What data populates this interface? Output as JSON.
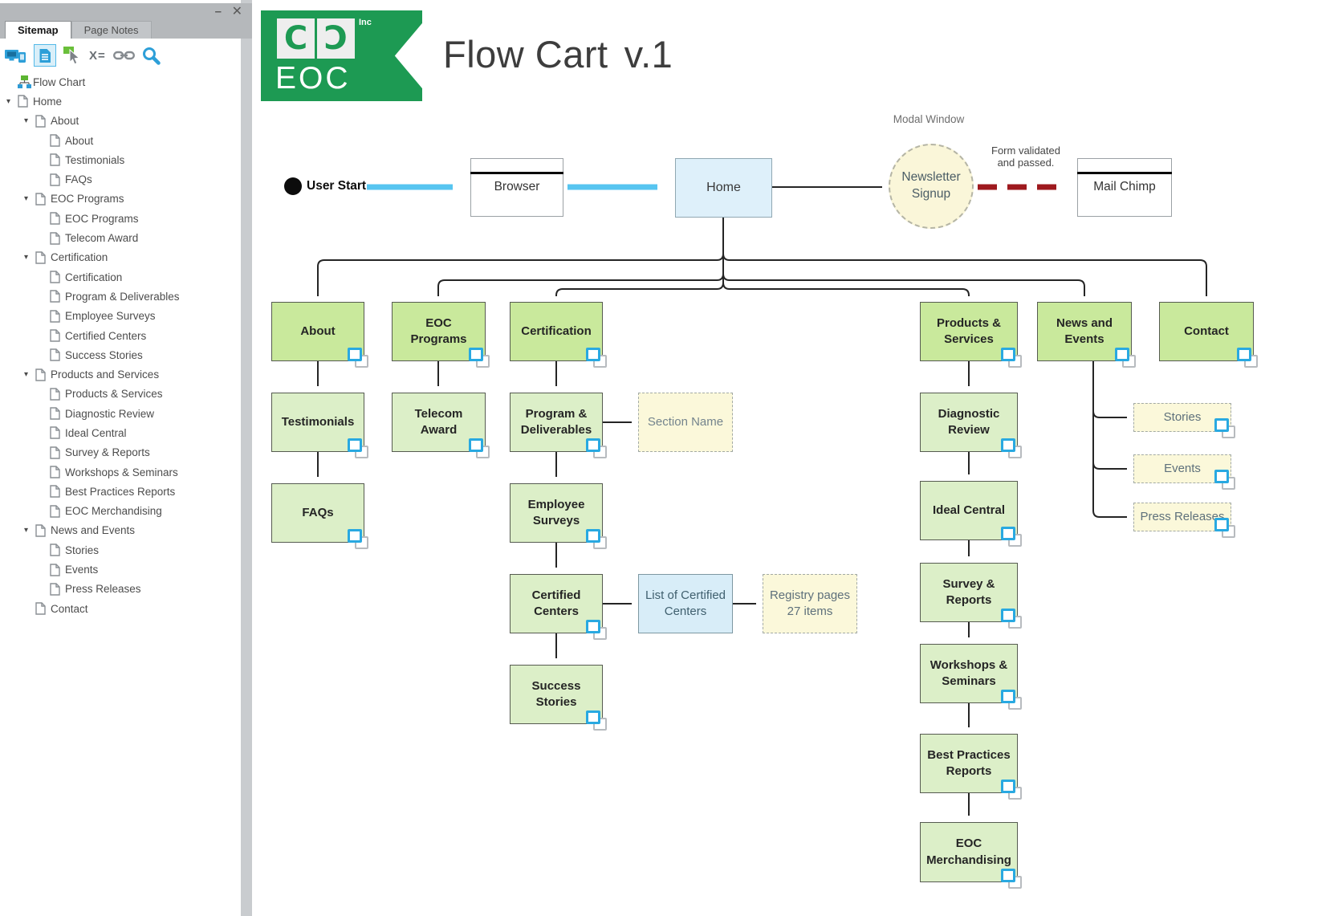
{
  "window": {
    "minimize_glyph": "–",
    "close_glyph": "✕"
  },
  "panel": {
    "tabs": [
      {
        "label": "Sitemap",
        "active": true
      },
      {
        "label": "Page Notes",
        "active": false
      }
    ],
    "toolbar": {
      "icons": [
        "devices-icon",
        "page-notes-icon",
        "select-cursor-icon",
        "variables-icon",
        "link-icon",
        "search-icon"
      ],
      "selected_icon": "page-notes-icon",
      "x_equals_label": "X="
    },
    "tree": {
      "items": [
        {
          "label": "Flow Chart",
          "level": 0,
          "expandable": false,
          "type": "root"
        },
        {
          "label": "Home",
          "level": 1,
          "expandable": true
        },
        {
          "label": "About",
          "level": 2,
          "expandable": true
        },
        {
          "label": "About",
          "level": 3,
          "expandable": false
        },
        {
          "label": "Testimonials",
          "level": 3,
          "expandable": false
        },
        {
          "label": "FAQs",
          "level": 3,
          "expandable": false
        },
        {
          "label": "EOC Programs",
          "level": 2,
          "expandable": true
        },
        {
          "label": "EOC Programs",
          "level": 3,
          "expandable": false
        },
        {
          "label": "Telecom Award",
          "level": 3,
          "expandable": false
        },
        {
          "label": "Certification",
          "level": 2,
          "expandable": true
        },
        {
          "label": "Certification",
          "level": 3,
          "expandable": false
        },
        {
          "label": "Program & Deliverables",
          "level": 3,
          "expandable": false
        },
        {
          "label": "Employee Surveys",
          "level": 3,
          "expandable": false
        },
        {
          "label": "Certified Centers",
          "level": 3,
          "expandable": false
        },
        {
          "label": "Success Stories",
          "level": 3,
          "expandable": false
        },
        {
          "label": "Products and Services",
          "level": 2,
          "expandable": true
        },
        {
          "label": "Products & Services",
          "level": 3,
          "expandable": false
        },
        {
          "label": "Diagnostic Review",
          "level": 3,
          "expandable": false
        },
        {
          "label": "Ideal Central",
          "level": 3,
          "expandable": false
        },
        {
          "label": "Survey & Reports",
          "level": 3,
          "expandable": false
        },
        {
          "label": "Workshops & Seminars",
          "level": 3,
          "expandable": false
        },
        {
          "label": "Best Practices Reports",
          "level": 3,
          "expandable": false
        },
        {
          "label": "EOC Merchandising",
          "level": 3,
          "expandable": false
        },
        {
          "label": "News and Events",
          "level": 2,
          "expandable": true
        },
        {
          "label": "Stories",
          "level": 3,
          "expandable": false
        },
        {
          "label": "Events",
          "level": 3,
          "expandable": false
        },
        {
          "label": "Press Releases",
          "level": 3,
          "expandable": false
        },
        {
          "label": "Contact",
          "level": 2,
          "expandable": false
        }
      ]
    }
  },
  "header": {
    "title": "Flow Cart",
    "version": "v.1",
    "logo": {
      "glyph_left": "C",
      "glyph_right": "Ɔ",
      "suffix": "Inc",
      "text": "EOC"
    }
  },
  "flowchart": {
    "user_start": "User Start",
    "modal_window_label": "Modal Window",
    "form_note_1": "Form validated",
    "form_note_2": "and passed.",
    "nodes": {
      "browser": "Browser",
      "home": "Home",
      "newsletter_signup": "Newsletter Signup",
      "mail_chimp": "Mail Chimp",
      "about": "About",
      "eoc_programs": "EOC Programs",
      "certification": "Certification",
      "products_services": "Products & Services",
      "news_events": "News and Events",
      "contact": "Contact",
      "testimonials": "Testimonials",
      "telecom_award": "Telecom Award",
      "program_deliverables": "Program & Deliverables",
      "section_name": "Section Name",
      "diagnostic_review": "Diagnostic Review",
      "faqs": "FAQs",
      "employee_surveys": "Employee Surveys",
      "ideal_central": "Ideal Central",
      "certified_centers": "Certified Centers",
      "list_certified": "List of Certified Centers",
      "registry_line1": "Registry pages",
      "registry_line2": "27 items",
      "survey_reports": "Survey & Reports",
      "success_stories": "Success Stories",
      "workshops_seminars": "Workshops & Seminars",
      "best_practices": "Best Practices Reports",
      "eoc_merchandising": "EOC Merchandising",
      "stories": "Stories",
      "events": "Events",
      "press_releases": "Press Releases"
    }
  },
  "colors": {
    "brand_green": "#1d9a53",
    "node_green": "#c9e99c",
    "node_green_light": "#dcefc8",
    "note_cream": "#fbf8da",
    "accent_blue": "#29a9e1",
    "flow_arrow_blue": "#57c5f0",
    "flow_arrow_red": "#9e191e"
  }
}
